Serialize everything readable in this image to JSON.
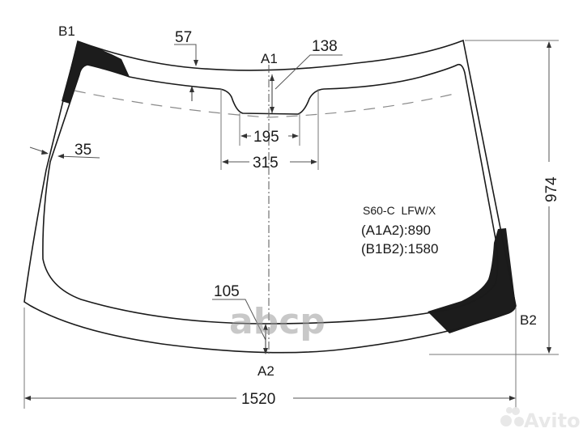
{
  "diagram": {
    "subject": "windshield outline drawing",
    "model_code": "S60-C  LFW/X",
    "measurements": {
      "a1a2": "(A1A2):890",
      "b1b2": "(B1B2):1580"
    },
    "points": {
      "b1": "B1",
      "b2": "B2",
      "a1": "A1",
      "a2": "A2"
    },
    "dimensions": {
      "top_band": "57",
      "sensor_depth": "138",
      "inner_notch": "195",
      "outer_notch": "315",
      "side_band": "35",
      "bottom_band": "105",
      "height": "974",
      "width": "1520"
    },
    "colors": {
      "line": "#1a1a1a",
      "dim_line": "#555555",
      "dashed": "#8a8a8a",
      "black_band": "#1c1c1c"
    }
  },
  "watermarks": {
    "abcp": "abcp",
    "avito": "Avito"
  }
}
